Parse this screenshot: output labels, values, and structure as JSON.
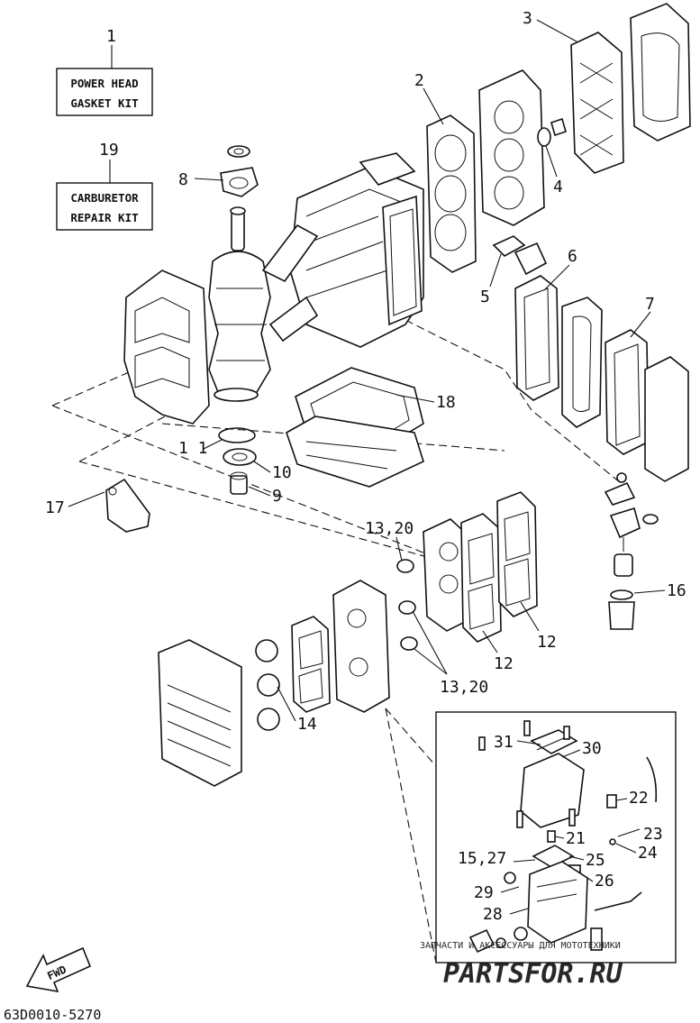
{
  "kits": {
    "power_head": {
      "number": "1",
      "line1": "POWER HEAD",
      "line2": "GASKET KIT"
    },
    "carburetor": {
      "number": "19",
      "line1": "CARBURETOR",
      "line2": "REPAIR KIT"
    }
  },
  "callouts": {
    "c2": "2",
    "c3": "3",
    "c4": "4",
    "c5": "5",
    "c6": "6",
    "c7": "7",
    "c8": "8",
    "c9": "9",
    "c10": "10",
    "c11": "1 1",
    "c12a": "12",
    "c12b": "12",
    "c13_20a": "13,20",
    "c13_20b": "13,20",
    "c14": "14",
    "c15_27": "15,27",
    "c16": "16",
    "c17": "17",
    "c18": "18",
    "c21": "21",
    "c22": "22",
    "c23": "23",
    "c24": "24",
    "c25": "25",
    "c26": "26",
    "c28": "28",
    "c29": "29",
    "c30": "30",
    "c31": "31"
  },
  "fwd_label": "FWD",
  "diagram_code": "63D0010-5270",
  "watermark": {
    "line1": "ЗАПЧАСТИ И АКСЕССУАРЫ ДЛЯ МОТОТЕХНИКИ",
    "line2": "PARTSFOR.RU"
  }
}
